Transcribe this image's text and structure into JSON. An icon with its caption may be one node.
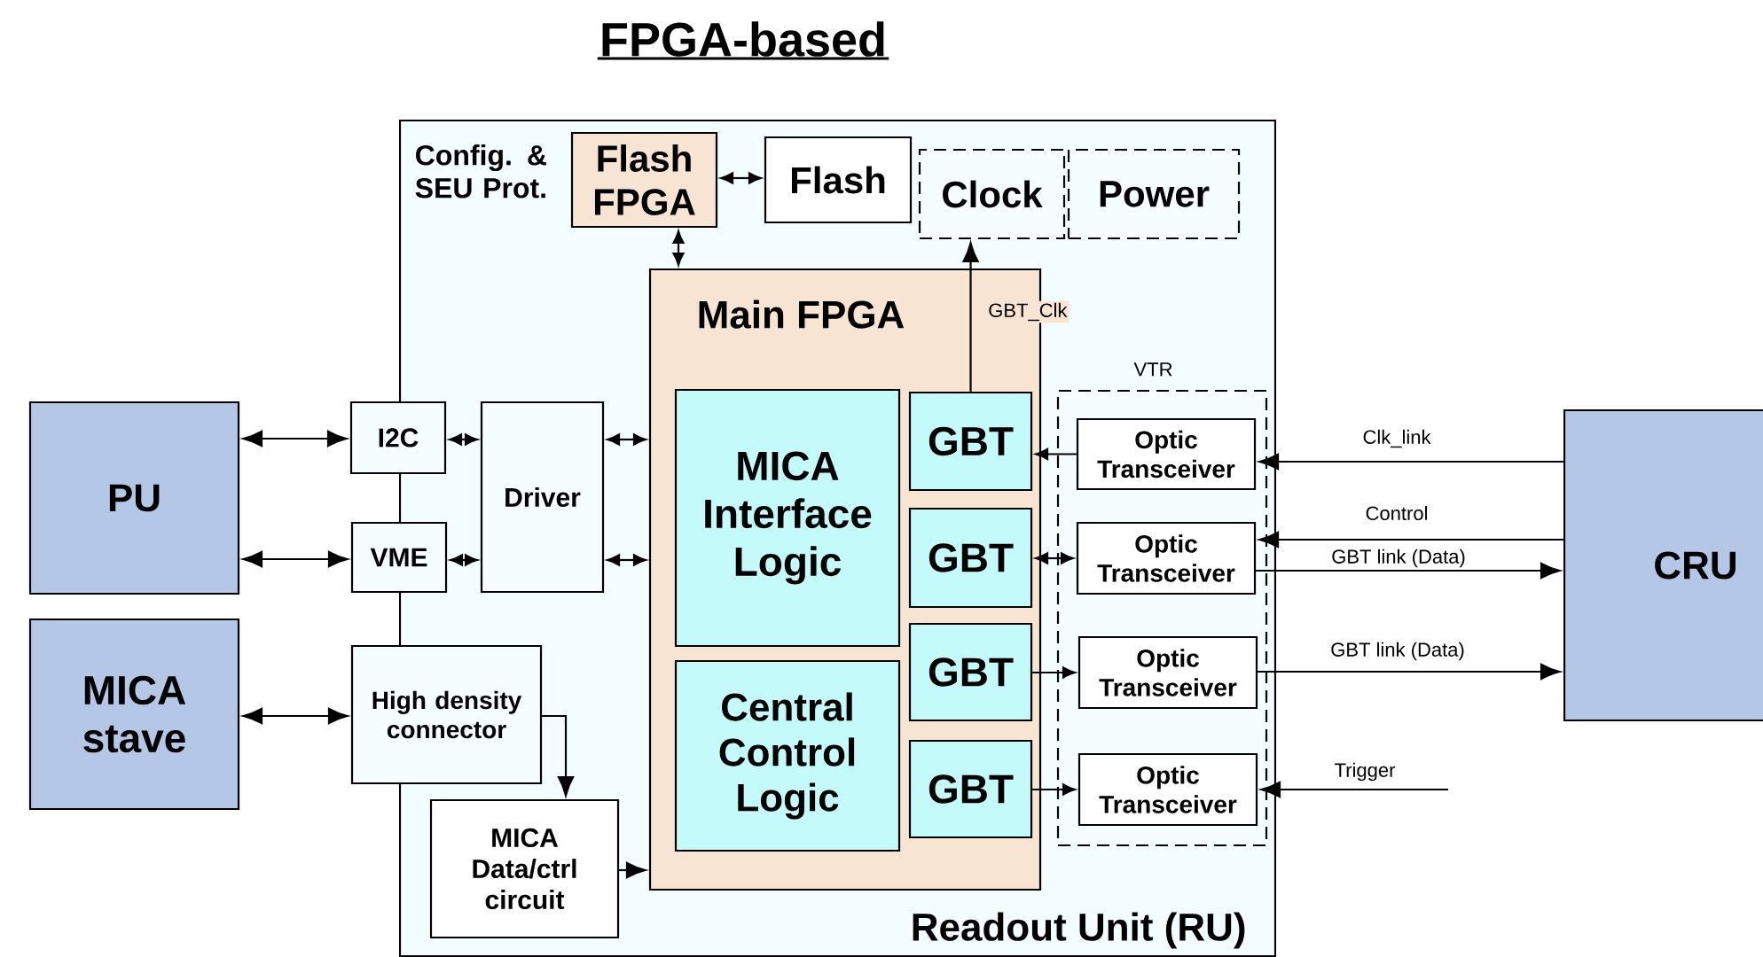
{
  "diagram": {
    "title": "FPGA-based",
    "nodes": [
      {
        "text": [
          "Readout Unit (RU)"
        ]
      },
      {
        "text": [
          "Flash FPGA"
        ],
        "beside": [
          "Config. & SEU Prot."
        ],
        "in": 0
      },
      {
        "text": [
          "Flash"
        ],
        "in": 0
      },
      {
        "text": [
          "Clock"
        ],
        "in": 0
      },
      {
        "text": [
          "Power"
        ],
        "in": 0
      },
      {
        "text": [
          "Main FPGA"
        ],
        "in": 0
      },
      {
        "text": [
          "MICA Interface Logic"
        ],
        "in": 5
      },
      {
        "text": [
          "Central Control Logic"
        ],
        "in": 5
      },
      {
        "text": [
          "GBT"
        ],
        "in": 5
      },
      {
        "text": [
          "GBT"
        ],
        "in": 5
      },
      {
        "text": [
          "GBT"
        ],
        "in": 5
      },
      {
        "text": [
          "GBT"
        ],
        "in": 5
      },
      {
        "text": [
          "VTR"
        ],
        "in": 0
      },
      {
        "text": [
          "Optic Transceiver"
        ],
        "in": 12
      },
      {
        "text": [
          "Optic Transceiver"
        ],
        "in": 12
      },
      {
        "text": [
          "Optic Transceiver"
        ],
        "in": 12
      },
      {
        "text": [
          "Optic Transceiver"
        ],
        "in": 12
      },
      {
        "text": [
          "PU"
        ]
      },
      {
        "text": [
          "MICA stave"
        ]
      },
      {
        "text": [
          "I2C"
        ]
      },
      {
        "text": [
          "VME"
        ]
      },
      {
        "text": [
          "Driver"
        ],
        "in": 0
      },
      {
        "text": [
          "High density connector"
        ]
      },
      {
        "text": [
          "MICA Data/ctrl circuit"
        ],
        "in": 0
      },
      {
        "text": [
          "CRU"
        ]
      }
    ],
    "edges": [
      {
        "from": 17,
        "to": 19,
        "arrow": "both"
      },
      {
        "from": 17,
        "to": 20,
        "arrow": "both"
      },
      {
        "from": 18,
        "to": 22,
        "arrow": "both"
      },
      {
        "from": 19,
        "to": 21,
        "arrow": "both"
      },
      {
        "from": 20,
        "to": 21,
        "arrow": "both"
      },
      {
        "from": 21,
        "to": 5,
        "arrow": "both"
      },
      {
        "from": 21,
        "to": 5,
        "arrow": "both"
      },
      {
        "from": 22,
        "to": 23,
        "arrow": "to"
      },
      {
        "from": 23,
        "to": 5,
        "arrow": "to"
      },
      {
        "from": 1,
        "to": 2,
        "arrow": "both"
      },
      {
        "from": 1,
        "to": 5,
        "arrow": "both"
      },
      {
        "from": 8,
        "to": 3,
        "arrow": "to",
        "label": "GBT_Clk"
      },
      {
        "from": 13,
        "to": 8,
        "arrow": "to"
      },
      {
        "from": 9,
        "to": 14,
        "arrow": "both"
      },
      {
        "from": 10,
        "to": 15,
        "arrow": "to"
      },
      {
        "from": 11,
        "to": 16,
        "arrow": "to"
      },
      {
        "from": 24,
        "to": 13,
        "arrow": "to",
        "label": "Clk_link"
      },
      {
        "from": 24,
        "to": 14,
        "arrow": "to",
        "label": "Control"
      },
      {
        "from": 14,
        "to": 24,
        "arrow": "to",
        "label": "GBT link (Data)"
      },
      {
        "from": 15,
        "to": 24,
        "arrow": "to",
        "label": "GBT link (Data)"
      },
      {
        "from": null,
        "to": 16,
        "arrow": "to",
        "label": "Trigger"
      }
    ]
  }
}
